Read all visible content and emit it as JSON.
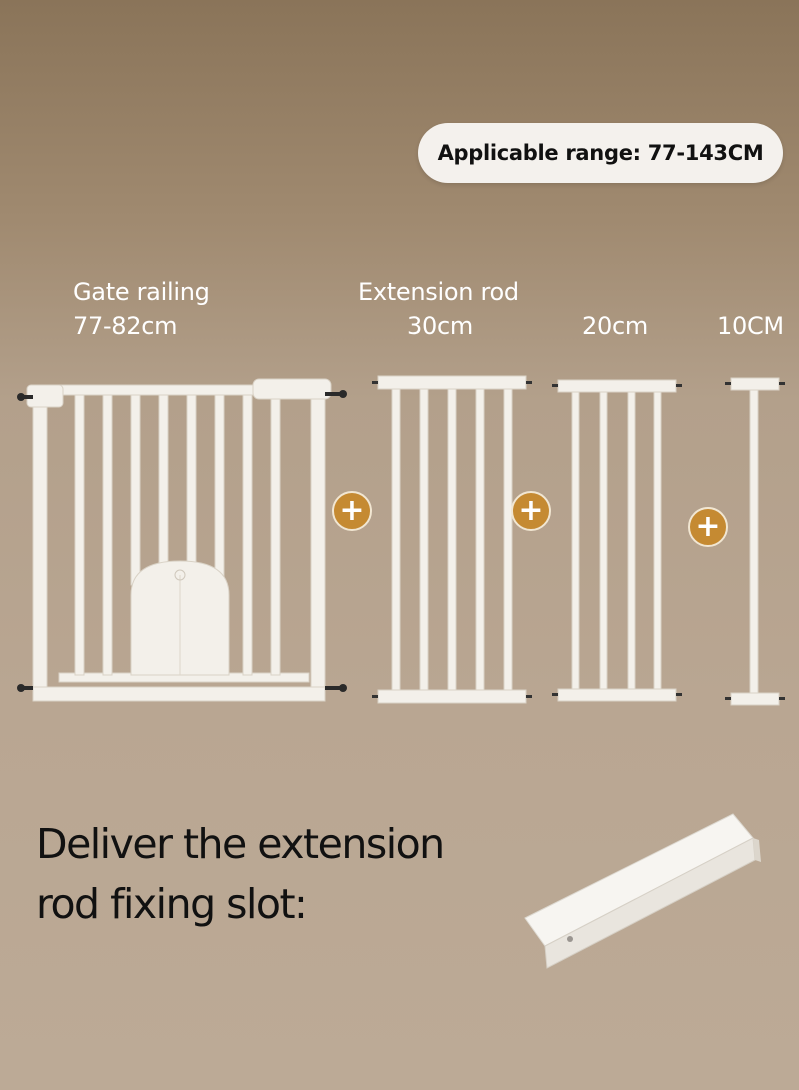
{
  "badge": {
    "text": "Applicable range: 77-143CM"
  },
  "items": [
    {
      "name": "Gate railing",
      "size": "77-82cm"
    },
    {
      "name": "Extension rod",
      "size": "30cm"
    },
    {
      "size": "20cm"
    },
    {
      "size": "10CM"
    }
  ],
  "plus_symbol": "+",
  "delivery": {
    "text": "Deliver the extension rod fixing slot:"
  },
  "colors": {
    "plus_badge": "#c58a32",
    "rail": "#f3f0ea",
    "badge_bg": "#f4f1ed"
  }
}
